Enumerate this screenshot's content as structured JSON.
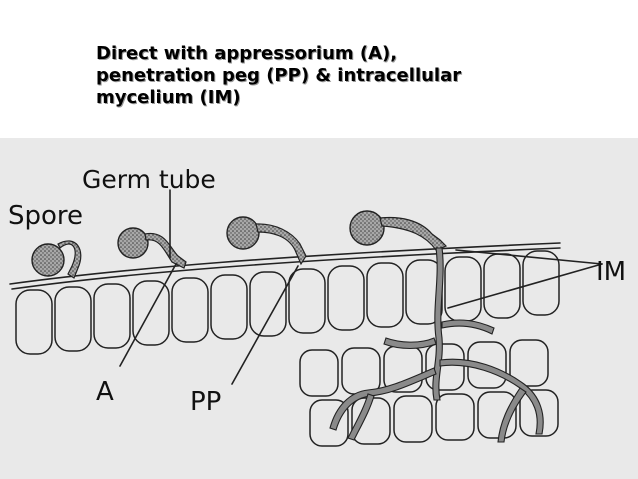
{
  "slide": {
    "title_lines": [
      "Direct with appressorium (A),",
      "penetration peg (PP) & intracellular",
      "mycelium (IM)"
    ]
  },
  "figure": {
    "labels": {
      "germ_tube": "Germ tube",
      "spore": "Spore",
      "appressorium": "A",
      "penetration_peg": "PP",
      "intracellular_mycelium": "IM"
    },
    "colors": {
      "background": "#e9e9e9",
      "ink": "#222222",
      "fungus_fill": "#8a8a8a"
    }
  }
}
